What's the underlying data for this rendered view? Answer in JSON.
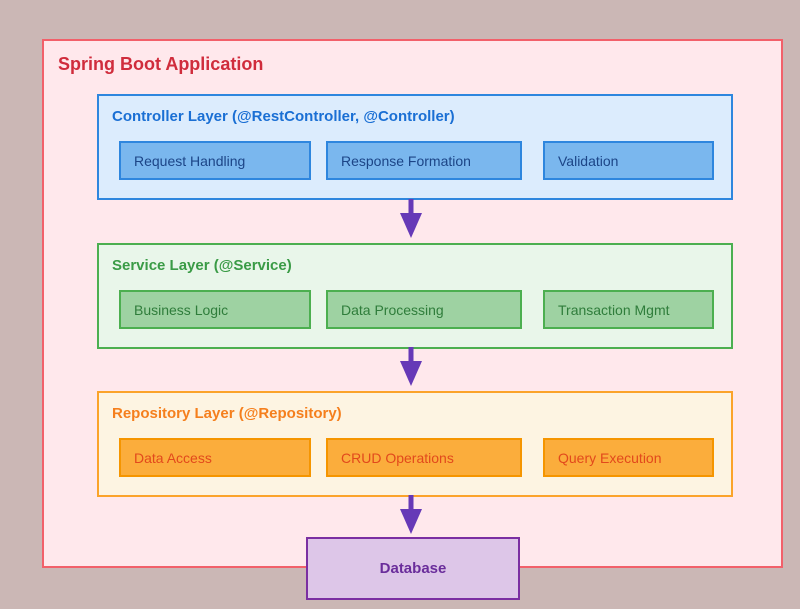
{
  "app": {
    "title": "Spring Boot Application"
  },
  "layers": [
    {
      "id": "controller",
      "title": "Controller Layer (@RestController, @Controller)",
      "items": [
        "Request Handling",
        "Response Formation",
        "Validation"
      ]
    },
    {
      "id": "service",
      "title": "Service Layer (@Service)",
      "items": [
        "Business Logic",
        "Data Processing",
        "Transaction Mgmt"
      ]
    },
    {
      "id": "repository",
      "title": "Repository Layer (@Repository)",
      "items": [
        "Data Access",
        "CRUD Operations",
        "Query Execution"
      ]
    }
  ],
  "database": {
    "label": "Database"
  },
  "icons": {
    "flow_arrow": "down-arrow-icon"
  },
  "palette": {
    "canvas_bg": "#cbb7b5",
    "app_bg": "#ffe8ec",
    "app_border": "#f2606a",
    "app_title": "#d02c3c",
    "controller_bg": "#dcecfd",
    "controller_border": "#2e86de",
    "controller_title": "#1a6fd4",
    "controller_chip_bg": "#7ab7ee",
    "controller_chip_text": "#1c4587",
    "service_bg": "#e9f6ea",
    "service_border": "#4caf50",
    "service_title": "#3a9b46",
    "service_chip_bg": "#9ed2a2",
    "service_chip_text": "#2f7d3b",
    "repository_bg": "#fdf4e2",
    "repository_border": "#fba32a",
    "repository_title": "#f57f1d",
    "repository_chip_bg": "#fbad3c",
    "repository_chip_text": "#e2491c",
    "database_bg": "#ddc6e8",
    "database_border": "#7b2fa2",
    "database_text": "#6a2d9b",
    "arrow": "#6639b7"
  }
}
